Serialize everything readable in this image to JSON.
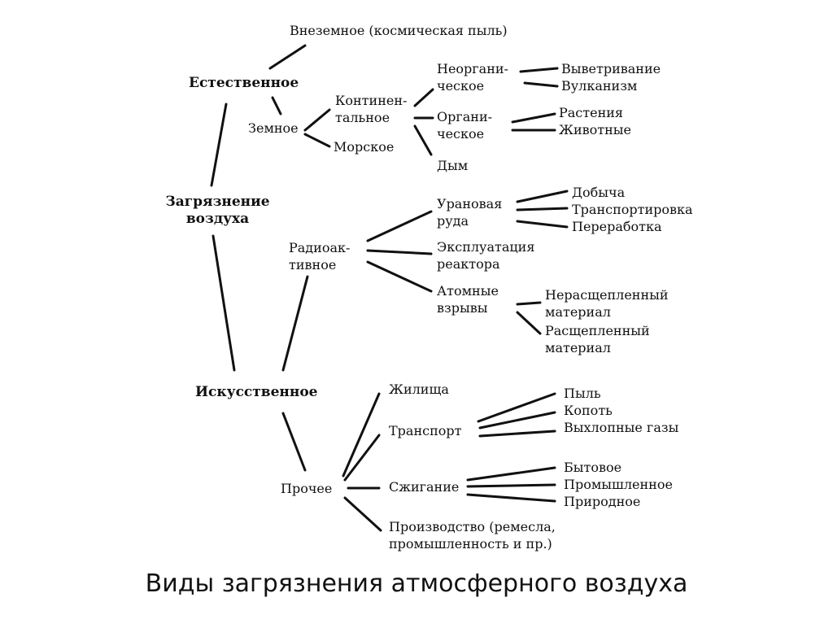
{
  "nodes": {
    "root": [
      "Загрязнение",
      "воздуха"
    ],
    "natural": "Естественное",
    "artificial": "Искусственное",
    "extraterrestrial": "Внеземное (космическая пыль)",
    "terrestrial": "Земное",
    "continental": [
      "Континен-",
      "тальное"
    ],
    "marine": "Морское",
    "inorganic": [
      "Неоргани-",
      "ческое"
    ],
    "organic": [
      "Органи-",
      "ческое"
    ],
    "smoke": "Дым",
    "weathering": "Выветривание",
    "volcanism": "Вулканизм",
    "plants": "Растения",
    "animals": "Животные",
    "radioactive": [
      "Радиоак-",
      "тивное"
    ],
    "uranium_ore": [
      "Урановая",
      "руда"
    ],
    "reactor": [
      "Эксплуатация",
      "реактора"
    ],
    "nuclear_explosions": [
      "Атомные",
      "взрывы"
    ],
    "mining": "Добыча",
    "transportation": "Транспортировка",
    "processing": "Переработка",
    "unsplit": [
      "Нерасщепленный",
      "материал"
    ],
    "split": [
      "Расщепленный",
      "материал"
    ],
    "other": "Прочее",
    "dwellings": "Жилища",
    "transport": "Транспорт",
    "burning": "Сжигание",
    "production": [
      "Производство (ремесла,",
      "промышленность и пр.)"
    ],
    "dust": "Пыль",
    "soot": "Копоть",
    "exhaust": "Выхлопные газы",
    "household": "Бытовое",
    "industrial": "Промышленное",
    "natural_burning": "Природное"
  },
  "caption": "Виды загрязнения атмосферного воздуха"
}
